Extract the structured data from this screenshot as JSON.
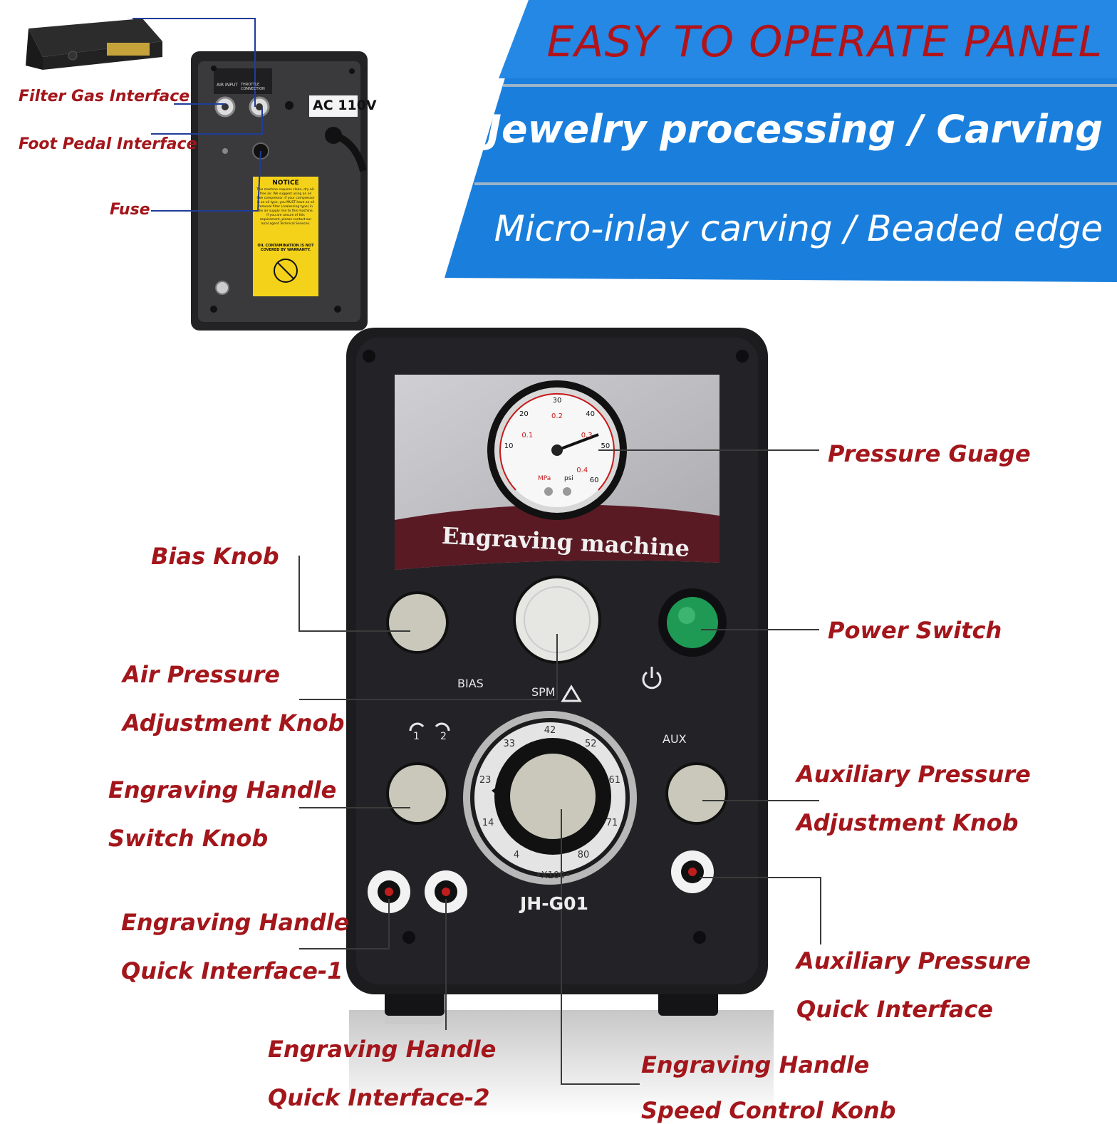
{
  "colors": {
    "banner_blue": "#1a7fdc",
    "label_red": "#a3161b",
    "leader_line": "#3a3a3a",
    "device_body": "#1c1c1f",
    "knob_beige": "#c9c8bb",
    "power_green": "#1e9a55",
    "notice_yellow": "#f4d21a"
  },
  "banner": {
    "title": "EASY TO OPERATE PANEL",
    "line1": "Jewelry processing  /  Carving",
    "line2": "Micro-inlay carving / Beaded edge"
  },
  "back_panel": {
    "labels": {
      "filter_gas": "Filter Gas Interface",
      "foot_pedal": "Foot Pedal Interface",
      "fuse": "Fuse"
    },
    "voltage": "AC 110V",
    "air_input": "AIR INPUT",
    "throttle": "THROTTLE CONNECTION",
    "notice_title": "NOTICE",
    "notice_body": "This machine requires clean, dry oil-free air. We suggest using an oil free compressor. If your compressor is an oil type, you MUST have an oil removal filter (coalescing type) in the air supply line to this machine. If you are unsure of this requirement, please contact our local agent Technical Services.",
    "notice_warning": "OIL CONTAMINATION IS NOT COVERED BY WARRANTY."
  },
  "device": {
    "name": "Engraving machine",
    "model": "JH-G01",
    "gauge": {
      "psi_ticks": [
        "10",
        "20",
        "30",
        "40",
        "50",
        "60"
      ],
      "mpa_ticks": [
        "0.1",
        "0.2",
        "0.3",
        "0.4"
      ],
      "unit_mpa": "MPa",
      "unit_psi": "psi",
      "value_psi": 46
    },
    "panel": {
      "bias": "BIAS",
      "spm": "SPM",
      "aux": "AUX",
      "handle_1": "1",
      "handle_2": "2",
      "dial_multiplier": "•X100•",
      "dial_ticks": [
        "4",
        "14",
        "23",
        "33",
        "42",
        "52",
        "61",
        "71",
        "80"
      ]
    }
  },
  "labels": {
    "pressure_gauge": "Pressure Guage",
    "bias_knob": "Bias Knob",
    "power_switch": "Power Switch",
    "air_pressure_1": "Air Pressure",
    "air_pressure_2": "Adjustment Knob",
    "handle_switch_1": "Engraving Handle",
    "handle_switch_2": "Switch Knob",
    "aux_adjust_1": "Auxiliary Pressure",
    "aux_adjust_2": "Adjustment Knob",
    "quick1_1": "Engraving Handle",
    "quick1_2": "Quick Interface-1",
    "aux_quick_1": "Auxiliary Pressure",
    "aux_quick_2": "Quick Interface",
    "quick2_1": "Engraving Handle",
    "quick2_2": "Quick Interface-2",
    "speed_1": "Engraving Handle",
    "speed_2": "Speed Control Konb"
  }
}
